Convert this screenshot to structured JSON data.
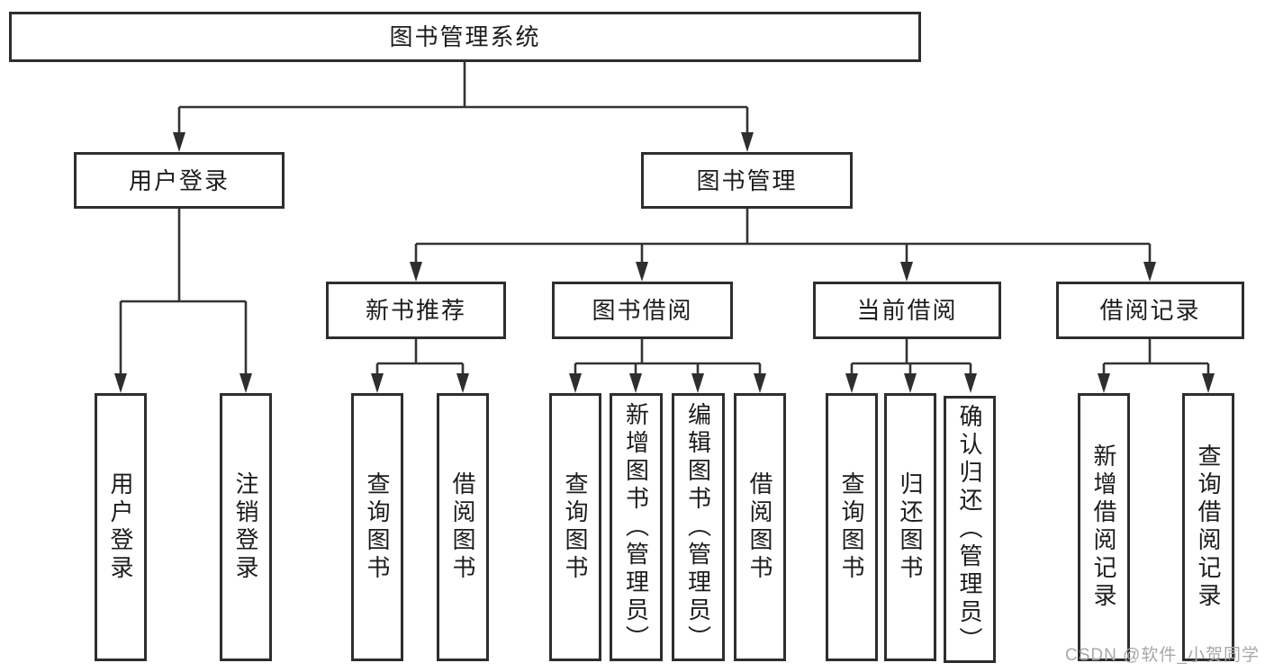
{
  "tree": {
    "label": "图书管理系统",
    "children": [
      {
        "label": "用户登录",
        "children": [
          {
            "label": "用户登录"
          },
          {
            "label": "注销登录"
          }
        ]
      },
      {
        "label": "图书管理",
        "children": [
          {
            "label": "新书推荐",
            "children": [
              {
                "label": "查询图书"
              },
              {
                "label": "借阅图书"
              }
            ]
          },
          {
            "label": "图书借阅",
            "children": [
              {
                "label": "查询图书"
              },
              {
                "label": "新增图书（管理员）"
              },
              {
                "label": "编辑图书（管理员）"
              },
              {
                "label": "借阅图书"
              }
            ]
          },
          {
            "label": "当前借阅",
            "children": [
              {
                "label": "查询图书"
              },
              {
                "label": "归还图书"
              },
              {
                "label": "确认归还（管理员）"
              }
            ]
          },
          {
            "label": "借阅记录",
            "children": [
              {
                "label": "新增借阅记录"
              },
              {
                "label": "查询借阅记录"
              }
            ]
          }
        ]
      }
    ]
  },
  "watermark": {
    "text": "CSDN @软件_小贺同学"
  },
  "colors": {
    "line": "#333333",
    "box_border": "#2e2e2e",
    "text": "#1c1c1c",
    "watermark": "#a8a8a8",
    "background": "#ffffff"
  }
}
